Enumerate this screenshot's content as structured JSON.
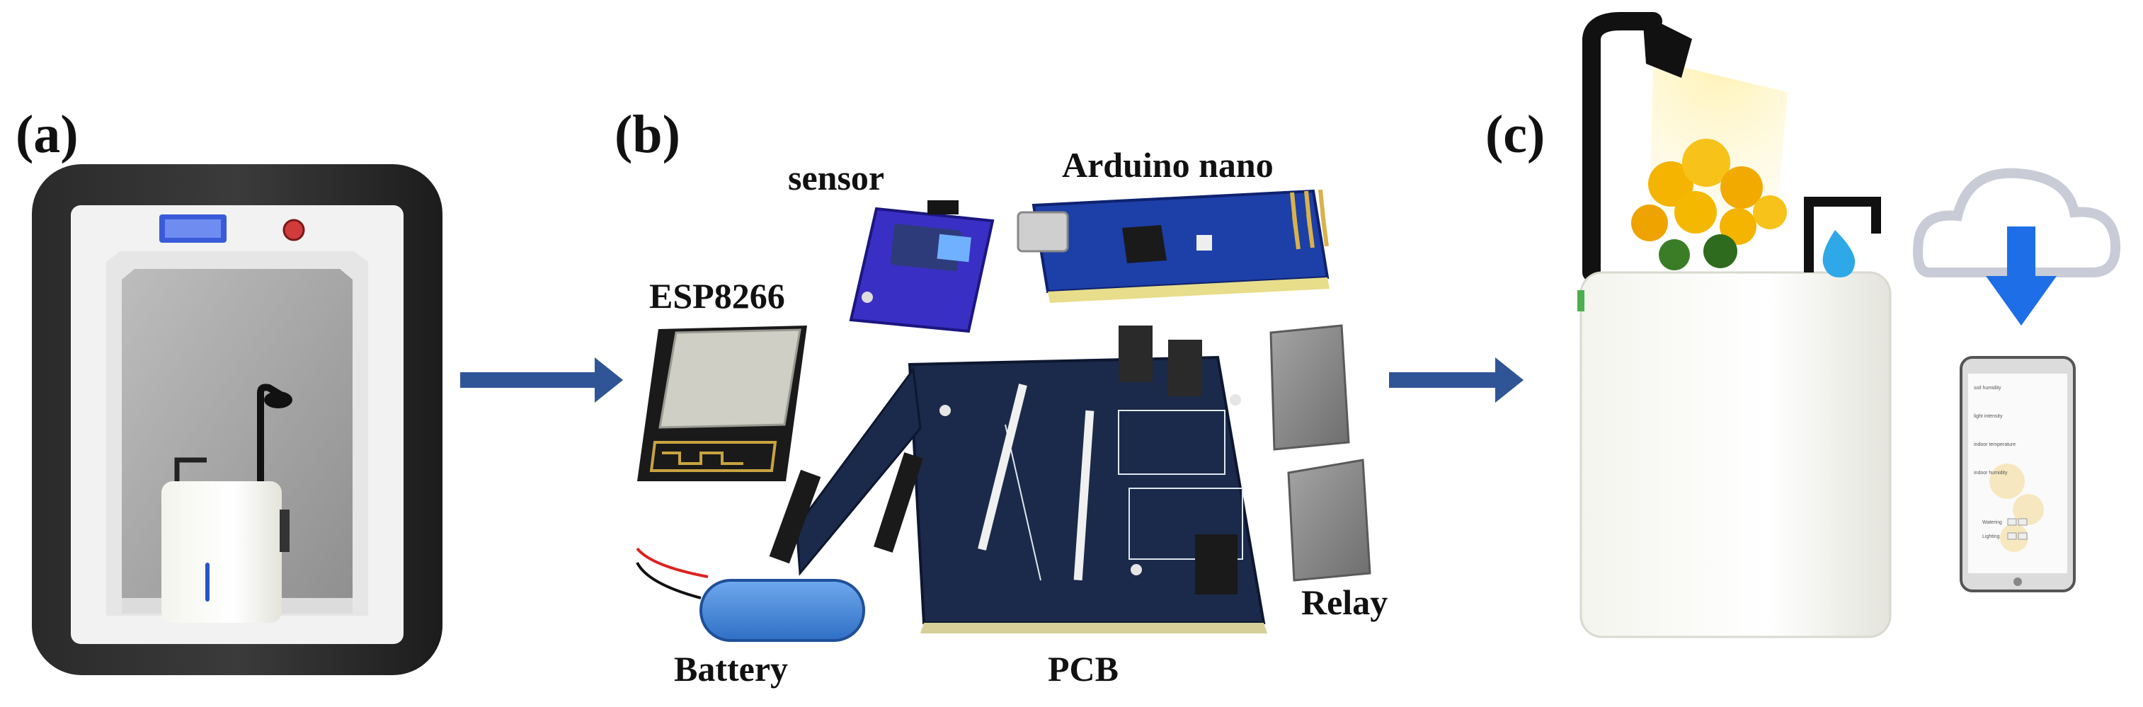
{
  "panels": {
    "a": "(a)",
    "b": "(b)",
    "c": "(c)"
  },
  "components": {
    "sensor": "sensor",
    "arduino": "Arduino nano",
    "esp": "ESP8266",
    "relay": "Relay",
    "battery": "Battery",
    "pcb": "PCB"
  },
  "phone_rows": [
    "soil humidity",
    "light intensity",
    "indoor temperature",
    "indoor humidity",
    "Watering",
    "Lighting"
  ],
  "colors": {
    "arrow": "#2f5597",
    "pcb": "#1b2a4a",
    "arduino": "#1d3fa8",
    "relay": "#8c8c8c",
    "battery": "#4a8ee0",
    "cloud_arrow": "#1e6ee8"
  }
}
